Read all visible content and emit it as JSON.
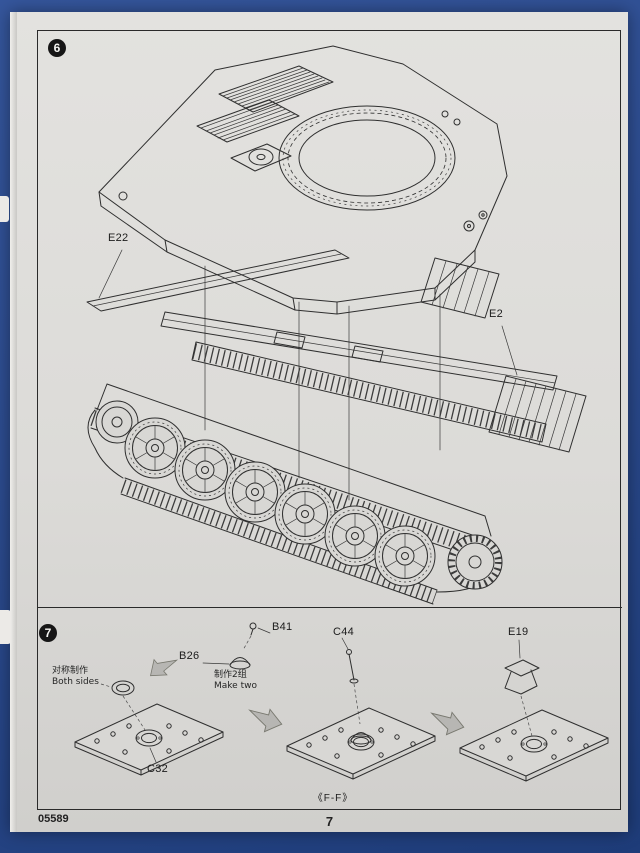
{
  "colors": {
    "backdrop_blue": "#2e4d8f",
    "paper_gray": "#dcdbd8",
    "ink": "#2a2a2a"
  },
  "footer": {
    "kit_number": "05589",
    "page_number": "7"
  },
  "step6": {
    "number": "6",
    "labels": {
      "E22": "E22",
      "E2": "E2"
    }
  },
  "step7": {
    "number": "7",
    "labels": {
      "B41": "B41",
      "B26": "B26",
      "C44": "C44",
      "E19": "E19",
      "C32": "C32"
    },
    "notes": {
      "both_sides_cn": "对称制作",
      "both_sides_en": "Both sides",
      "make_two_cn": "制作2组",
      "make_two_en": "Make two",
      "section": "《F-F》"
    }
  }
}
